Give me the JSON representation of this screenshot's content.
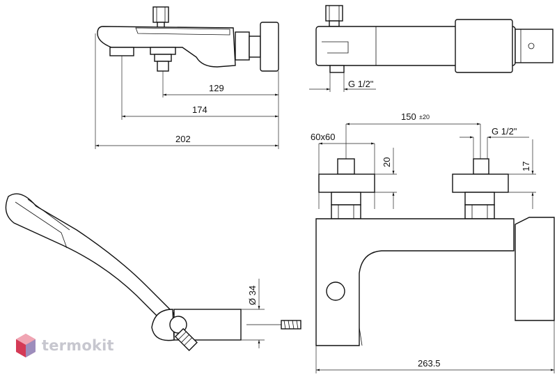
{
  "dimensions": {
    "d129": "129",
    "d174": "174",
    "d202": "202",
    "d150": "150",
    "d150_tol": "±20",
    "d60x60": "60x60",
    "d20": "20",
    "d17": "17",
    "d263": "263.5",
    "d34": "Ø 34",
    "g_top": "G 1/2\"",
    "g_front": "G 1/2\""
  },
  "logo": {
    "text": "termokit",
    "colors": [
      "#e8506a",
      "#f0a5b3",
      "#7ea6e0",
      "#c7c7cf"
    ]
  }
}
